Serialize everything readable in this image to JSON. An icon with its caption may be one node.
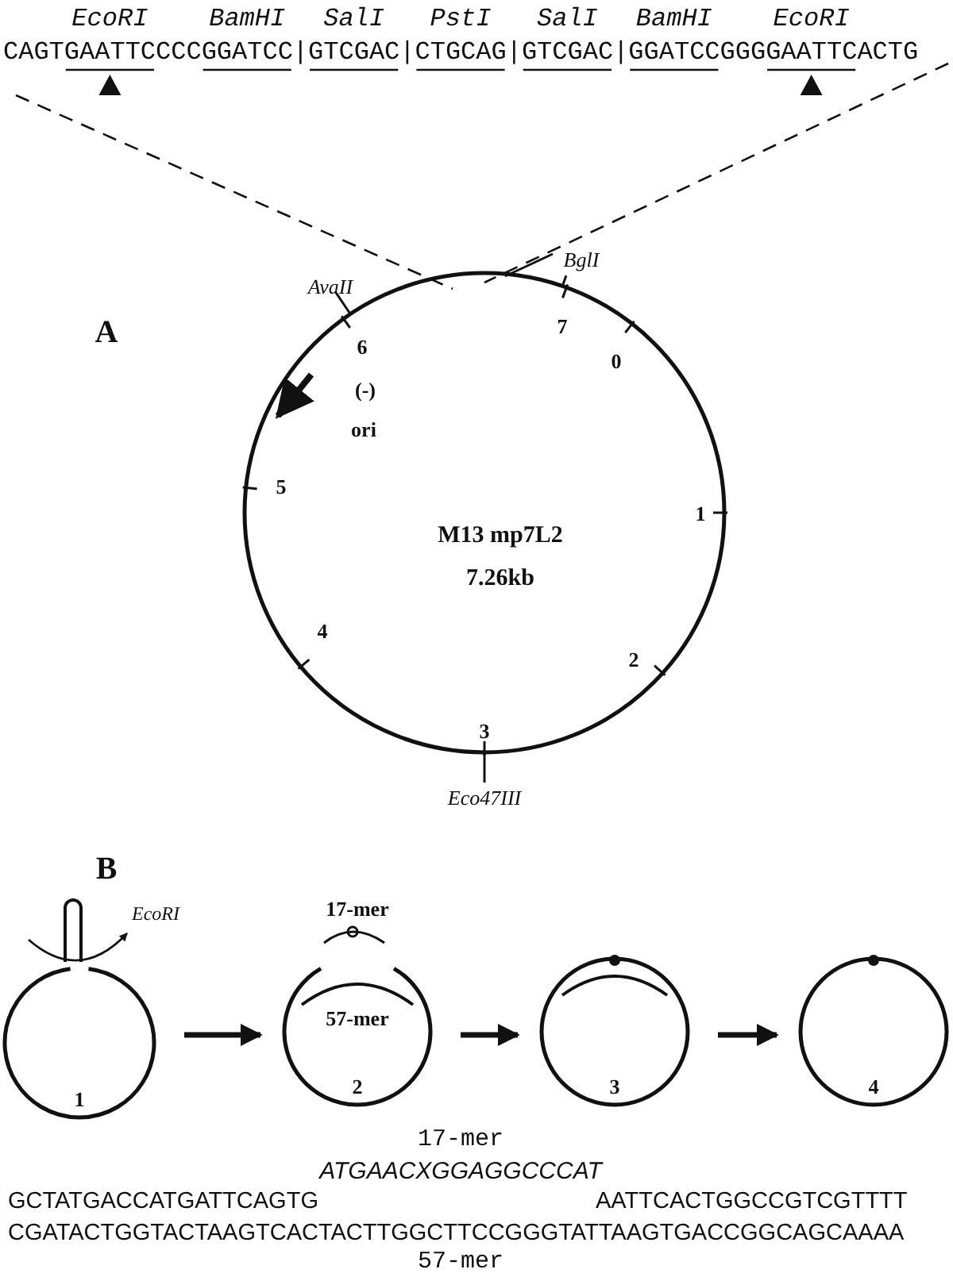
{
  "diagram": {
    "nodes": [
      {
        "text": [
          "M13 mp7L2",
          "7.26kb"
        ]
      },
      {
        "text": [
          "1"
        ]
      },
      {
        "text": [
          "57-mer",
          "2"
        ],
        "beside": [
          "17-mer"
        ]
      },
      {
        "text": [
          "3"
        ]
      },
      {
        "text": [
          "4"
        ]
      }
    ],
    "edges": [
      {
        "from": 1,
        "to": 2,
        "arrow": "to"
      },
      {
        "from": 2,
        "to": 3,
        "arrow": "to"
      },
      {
        "from": 3,
        "to": 4,
        "arrow": "to"
      }
    ],
    "labels": [
      "EcoRI",
      "BamHI",
      "SalI",
      "PstI",
      "SalI",
      "BamHI",
      "EcoRI",
      "CAGTGAATTCCCCGGATCC|GTCGAC|CTGCAG|GTCGAC|GGATCCGGGGAATTCACTG",
      "A",
      "AvaII",
      "BglI",
      "7",
      "6",
      "0",
      "(-)",
      "ori",
      "5",
      "1",
      "4",
      "2",
      "3",
      "Eco47III",
      "B",
      "EcoRI",
      "17-mer",
      "ATGAACXGGAGGCCCAT",
      "GCTATGACCATGATTCAGTG",
      "AATTCACTGGCCGTCGTTTT",
      "CGATACTGGTACTAAGTCACTACTTGGCTTCCGGGTATTAAGTGACCGGCAGCAAAA",
      "57-mer"
    ]
  }
}
